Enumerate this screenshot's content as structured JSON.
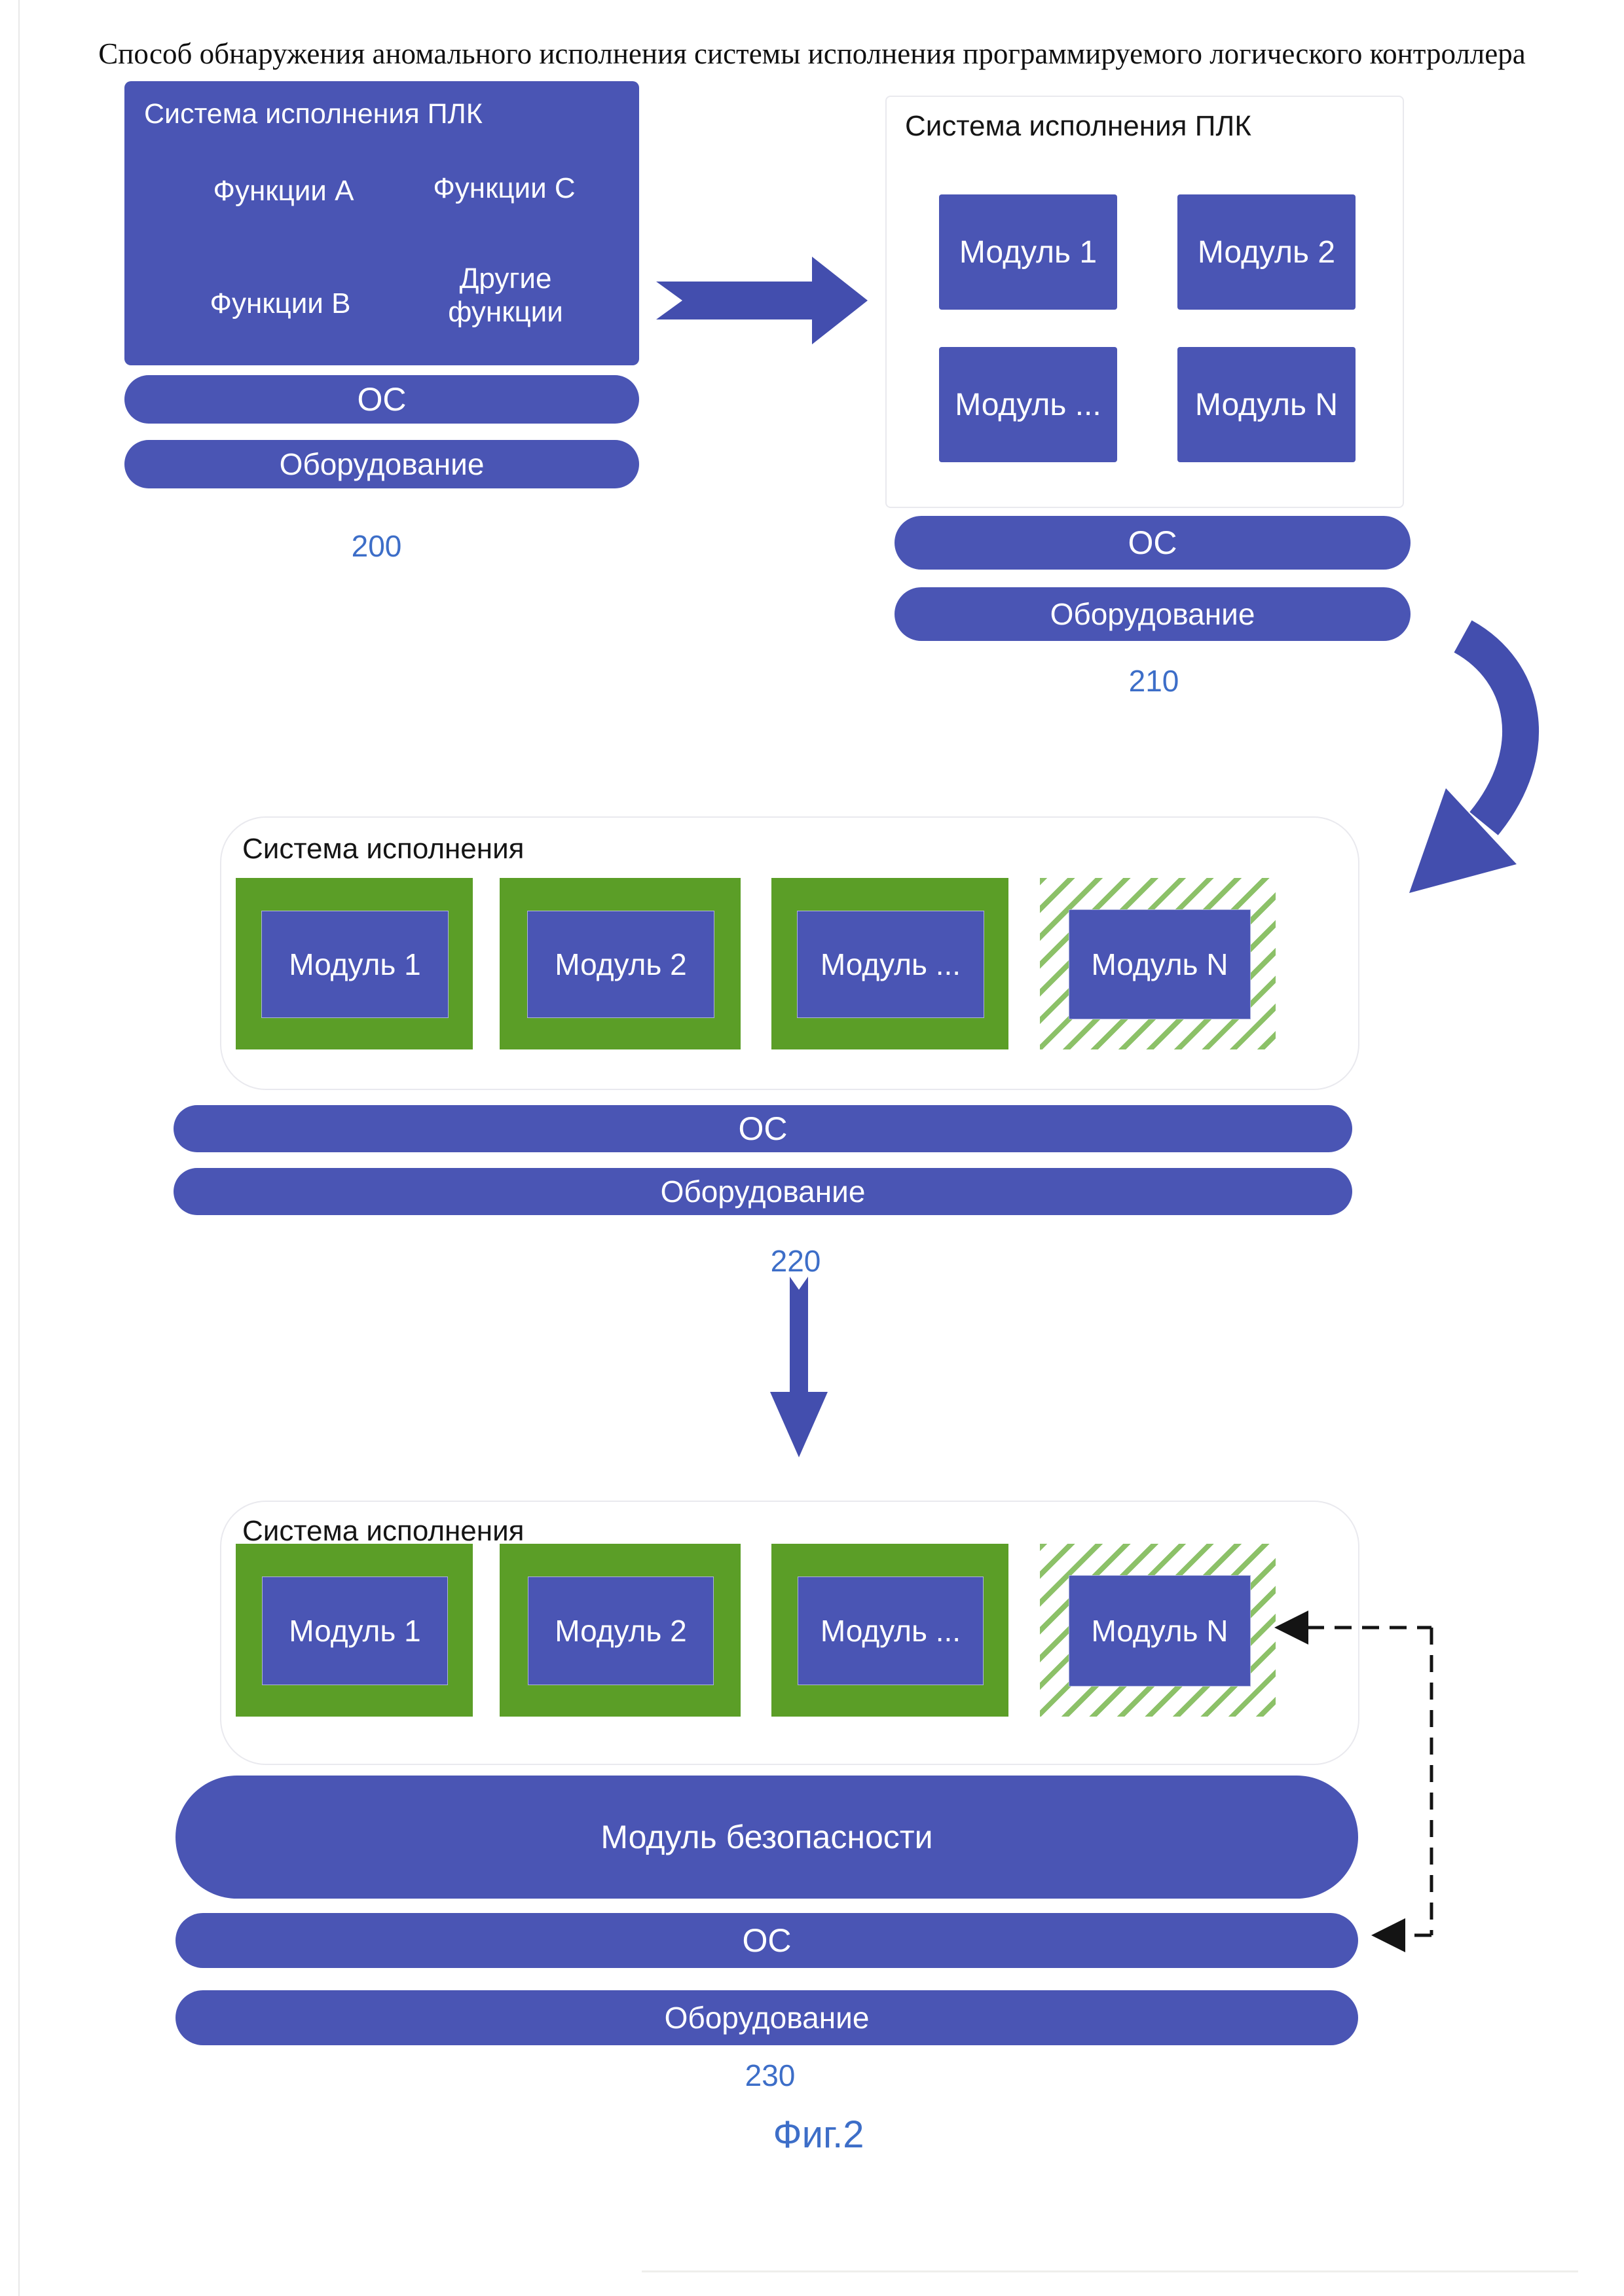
{
  "page": {
    "title": "Способ обнаружения аномального исполнения системы исполнения программируемого логического контроллера",
    "figure_caption": "Фиг.2"
  },
  "colors": {
    "primary_blue": "#4a55b4",
    "arrow_blue": "#434eae",
    "label_blue": "#3d6ec8",
    "green_border": "#5b9e27",
    "hatch_green": "#8cc168",
    "dash_black": "#141414"
  },
  "block200": {
    "header": "Система исполнения ПЛК",
    "function_a": "Функции A",
    "function_c": "Функции C",
    "function_b": "Функции B",
    "other_functions": "Другие функции",
    "os_label": "ОС",
    "hardware_label": "Оборудование",
    "ref_label": "200"
  },
  "block210": {
    "header": "Система исполнения ПЛК",
    "modules": [
      "Модуль 1",
      "Модуль 2",
      "Модуль ...",
      "Модуль N"
    ],
    "os_label": "ОС",
    "hardware_label": "Оборудование",
    "ref_label": "210"
  },
  "block220": {
    "header": "Система исполнения",
    "modules": [
      "Модуль 1",
      "Модуль 2",
      "Модуль ...",
      "Модуль N"
    ],
    "os_label": "ОС",
    "hardware_label": "Оборудование",
    "ref_label": "220"
  },
  "block230": {
    "header": "Система исполнения",
    "modules": [
      "Модуль 1",
      "Модуль 2",
      "Модуль ...",
      "Модуль N"
    ],
    "security_module": "Модуль безопасности",
    "os_label": "ОС",
    "hardware_label": "Оборудование",
    "ref_label": "230"
  }
}
